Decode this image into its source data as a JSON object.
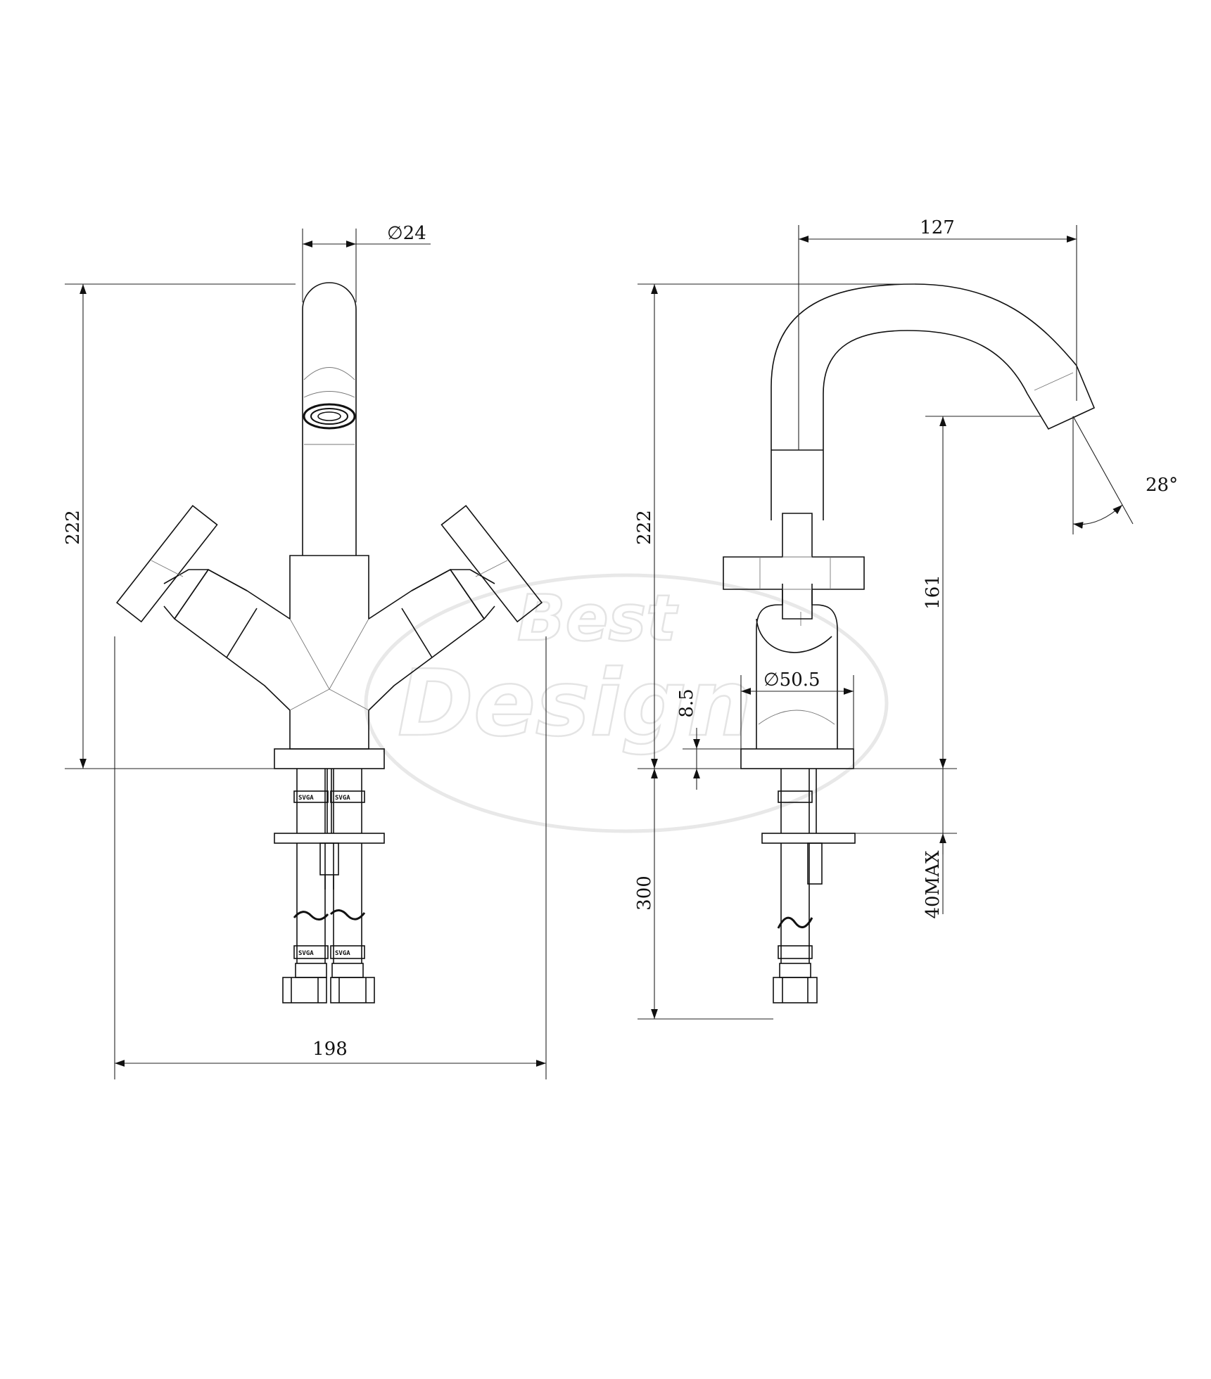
{
  "watermark": {
    "line1": "Best",
    "line2": "Design"
  },
  "front_view": {
    "spout_diameter": "∅24",
    "height": "222",
    "width": "198",
    "hose_marking": "SVGA"
  },
  "side_view": {
    "reach": "127",
    "height": "222",
    "spout_angle": "28°",
    "outlet_height": "161",
    "base_diameter": "∅50.5",
    "base_thickness": "8.5",
    "hose_length": "300",
    "max_deck": "40MAX"
  }
}
